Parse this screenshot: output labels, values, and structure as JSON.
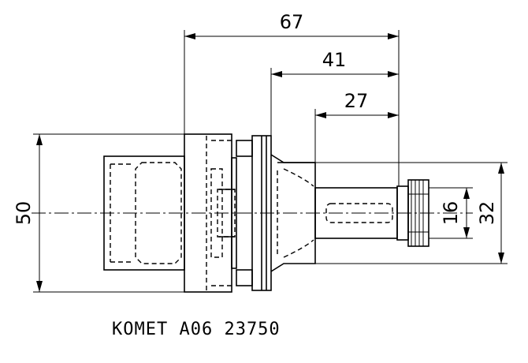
{
  "dimensions": {
    "overall_length": "67",
    "shank_length": "41",
    "pin_length": "27",
    "flange_diameter": "50",
    "body_diameter": "32",
    "nut_diameter": "16"
  },
  "caption": "KOMET A06 23750"
}
